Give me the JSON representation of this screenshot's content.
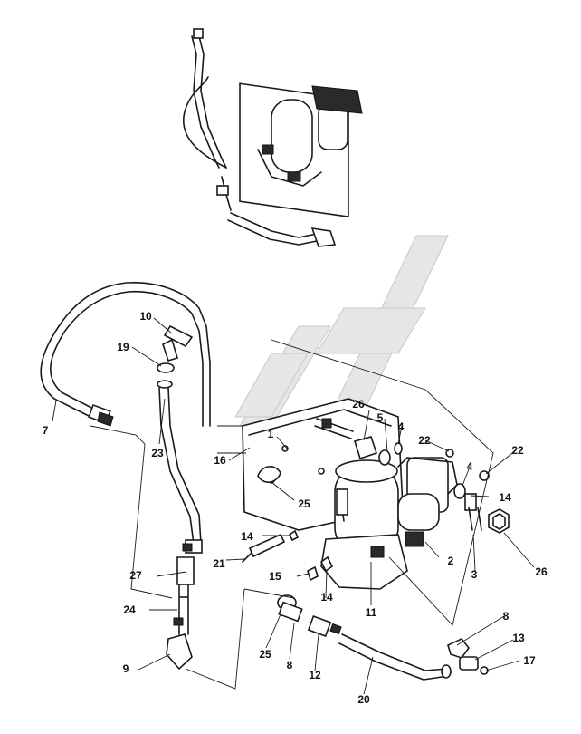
{
  "diagram": {
    "type": "exploded-parts-view",
    "callouts": [
      "1",
      "2",
      "3",
      "4",
      "4",
      "5",
      "7",
      "8",
      "8",
      "9",
      "10",
      "11",
      "12",
      "13",
      "14",
      "14",
      "14",
      "15",
      "16",
      "17",
      "19",
      "20",
      "21",
      "22",
      "22",
      "23",
      "24",
      "25",
      "25",
      "26",
      "26",
      "27"
    ]
  }
}
